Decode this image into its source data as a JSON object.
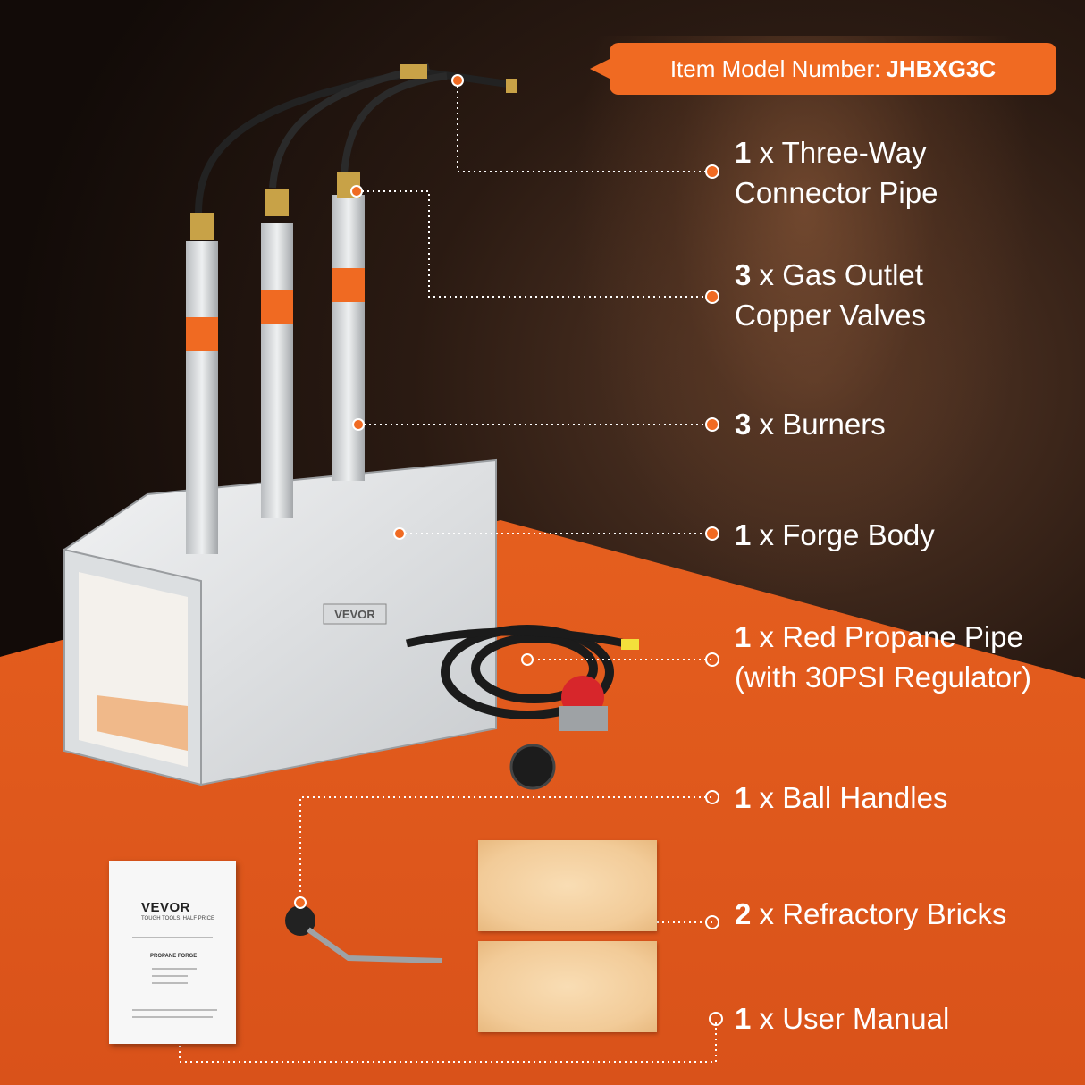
{
  "header": {
    "model_prefix": "Item Model Number:",
    "model_number": "JHBXG3C"
  },
  "components": [
    {
      "qty": "1",
      "line1": " x Three-Way",
      "line2": "Connector Pipe"
    },
    {
      "qty": "3",
      "line1": " x Gas Outlet",
      "line2": "Copper Valves"
    },
    {
      "qty": "3",
      "line1": " x Burners",
      "line2": ""
    },
    {
      "qty": "1",
      "line1": " x Forge Body",
      "line2": ""
    },
    {
      "qty": "1",
      "line1": " x Red Propane Pipe",
      "line2": "(with 30PSI Regulator)"
    },
    {
      "qty": "1",
      "line1": " x Ball Handles",
      "line2": ""
    },
    {
      "qty": "2",
      "line1": " x Refractory Bricks",
      "line2": ""
    },
    {
      "qty": "1",
      "line1": " x User Manual",
      "line2": ""
    }
  ],
  "forge": {
    "plate_text": "VEVOR"
  },
  "manual": {
    "brand": "VEVOR",
    "slogan": "TOUGH TOOLS, HALF PRICE",
    "title": "PROPANE FORGE"
  },
  "colors": {
    "accent": "#f06a22",
    "text": "#ffffff"
  }
}
